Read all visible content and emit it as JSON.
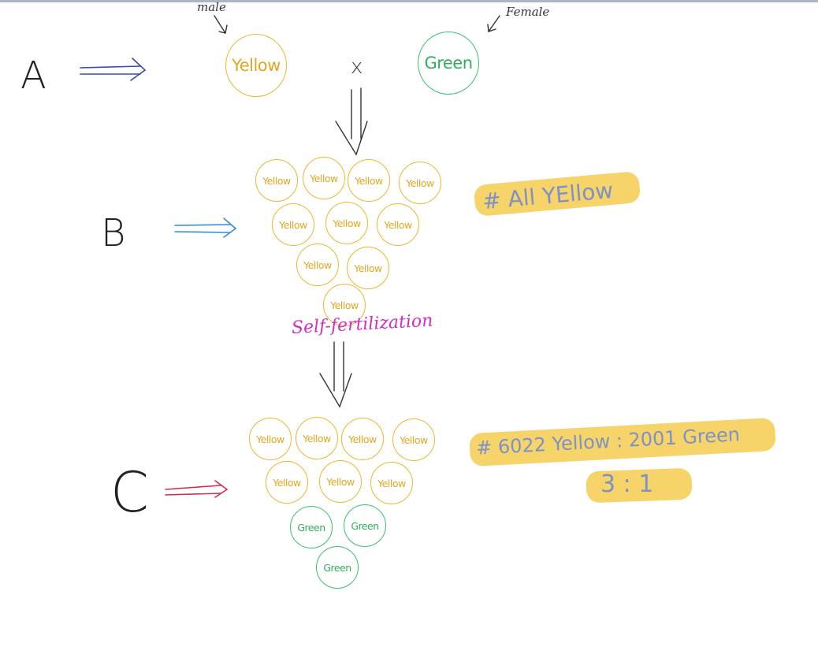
{
  "labels": {
    "a": "A",
    "b": "B",
    "c": "C",
    "male": "male",
    "female": "Female",
    "cross": "x",
    "self_fertilization": "Self-fertilization"
  },
  "parents": {
    "male": "Yellow",
    "female": "Green"
  },
  "generation_b": {
    "seeds": [
      "Yellow",
      "Yellow",
      "Yellow",
      "Yellow",
      "Yellow",
      "Yellow",
      "Yellow",
      "Yellow",
      "Yellow",
      "Yellow"
    ],
    "note": "# All YEllow"
  },
  "generation_c": {
    "seeds": [
      "Yellow",
      "Yellow",
      "Yellow",
      "Yellow",
      "Yellow",
      "Yellow",
      "Yellow",
      "Green",
      "Green",
      "Green"
    ],
    "note_counts": "# 6022 Yellow : 2001 Green",
    "note_ratio": "3 : 1"
  },
  "colors": {
    "yellow_seed": "#e8b830",
    "green_seed": "#3cbf6e",
    "arrow_a": "#3a4aa8",
    "arrow_b": "#3a8ad0",
    "arrow_c": "#d0304a",
    "highlight": "#f4cd50",
    "self_fert": "#d02fbf"
  }
}
